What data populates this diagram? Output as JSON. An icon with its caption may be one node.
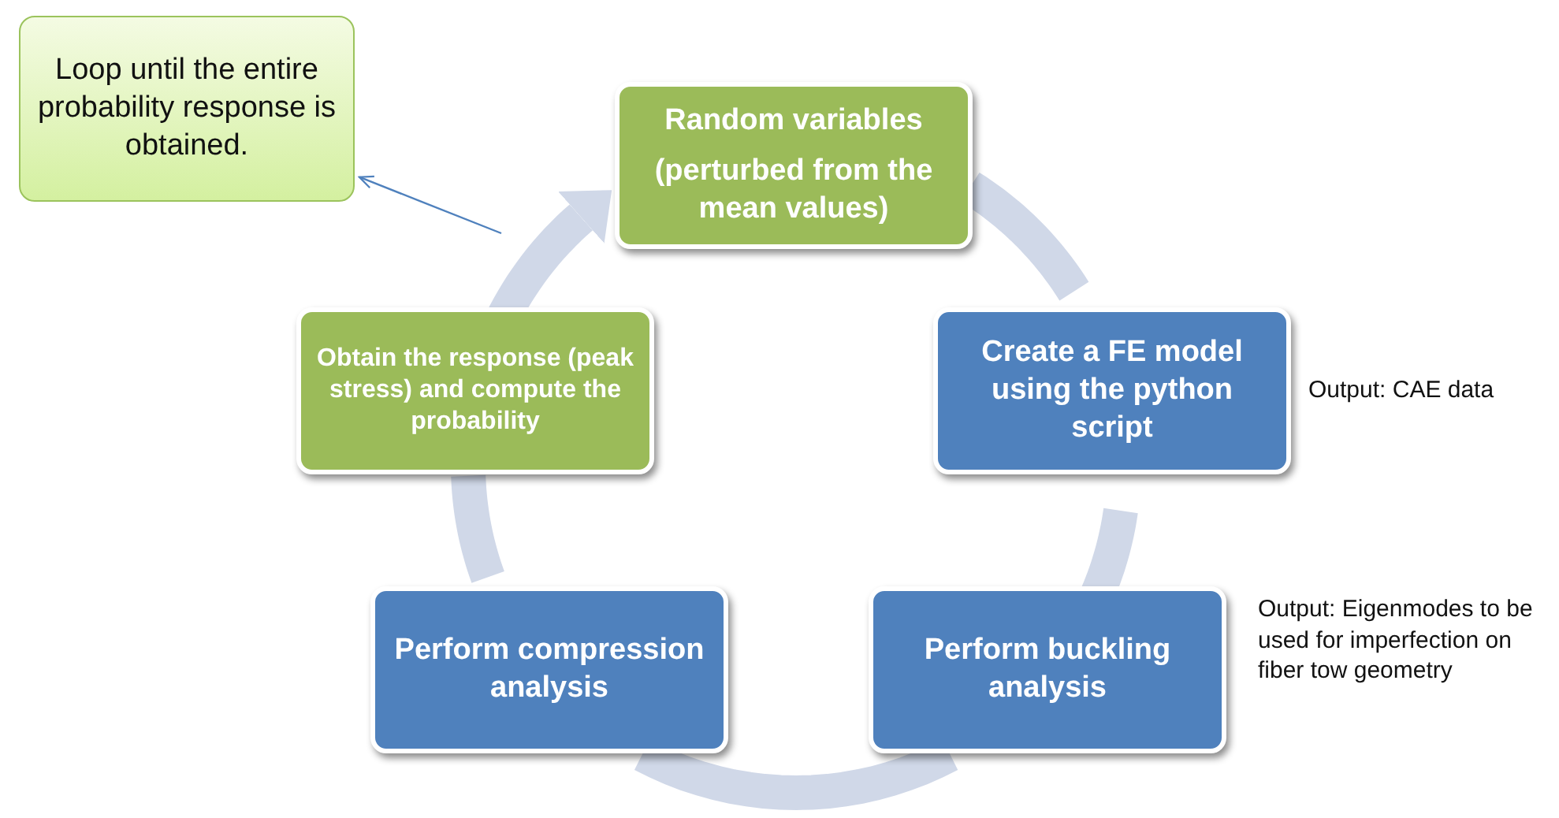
{
  "diagram": {
    "nodes": [
      {
        "text": [
          "Loop until the entire probability response is obtained."
        ]
      },
      {
        "text": [
          "Random  variables",
          "(perturbed from the mean values)"
        ]
      },
      {
        "text": [
          "Create a FE model using the python script"
        ],
        "beside": [
          "Output: CAE data"
        ]
      },
      {
        "text": [
          "Perform buckling analysis"
        ],
        "beside": [
          "Output: Eigenmodes to be used for imperfection on fiber tow geometry"
        ]
      },
      {
        "text": [
          "Perform compression analysis"
        ]
      },
      {
        "text": [
          "Obtain the response (peak stress) and compute the probability"
        ]
      }
    ],
    "edges": [
      {
        "from": 1,
        "to": 2,
        "arrow": "none"
      },
      {
        "from": 2,
        "to": 3,
        "arrow": "none"
      },
      {
        "from": 3,
        "to": 4,
        "arrow": "none"
      },
      {
        "from": 4,
        "to": 5,
        "arrow": "none"
      },
      {
        "from": 5,
        "to": 1,
        "arrow": "to"
      },
      {
        "from": null,
        "to": 0,
        "arrow": "to",
        "color": "#4f81bd"
      }
    ]
  }
}
